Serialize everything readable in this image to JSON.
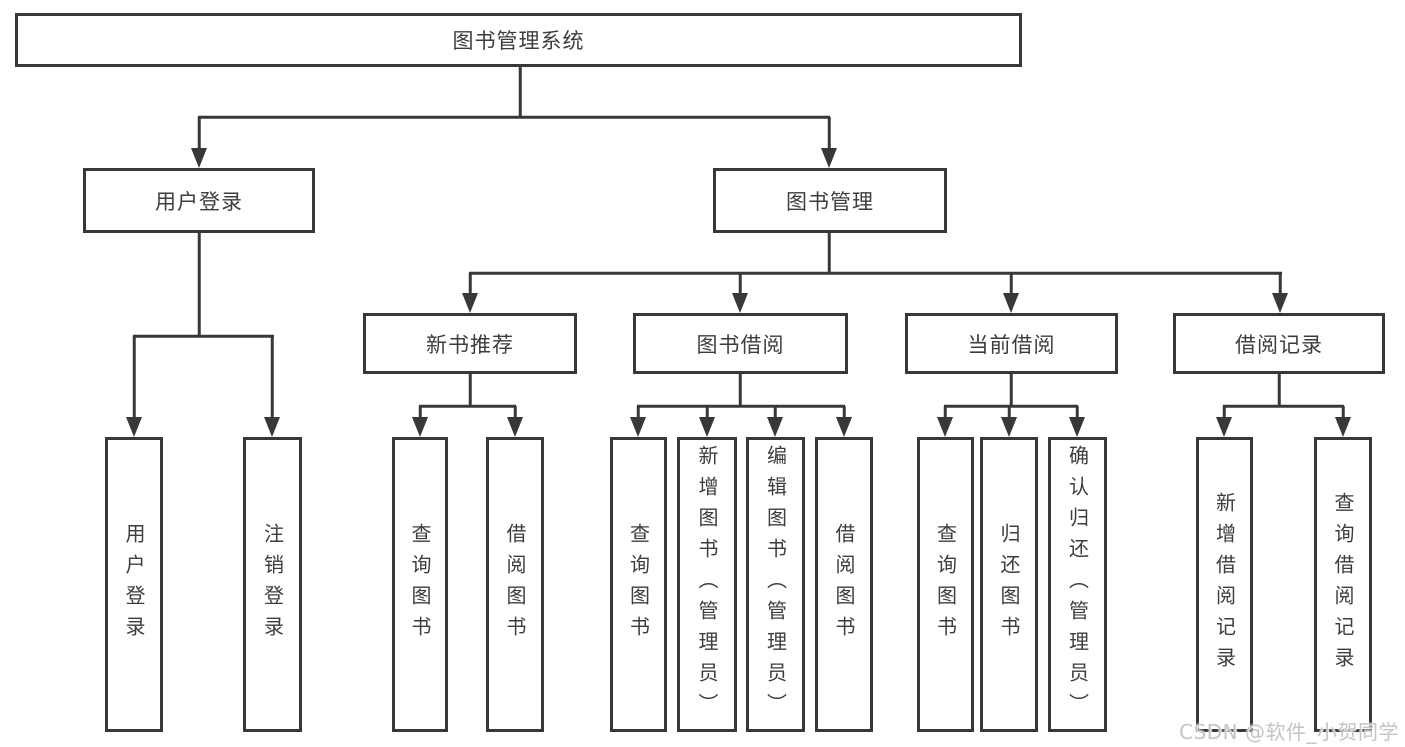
{
  "diagram": {
    "root_label": "图书管理系统",
    "level2": [
      {
        "label": "用户登录",
        "children": [
          {
            "label": "用户登录"
          },
          {
            "label": "注销登录"
          }
        ]
      },
      {
        "label": "图书管理",
        "children": [
          {
            "label": "新书推荐",
            "children": [
              {
                "label": "查询图书"
              },
              {
                "label": "借阅图书"
              }
            ]
          },
          {
            "label": "图书借阅",
            "children": [
              {
                "label": "查询图书"
              },
              {
                "label": "新增图书（管理员）"
              },
              {
                "label": "编辑图书（管理员）"
              },
              {
                "label": "借阅图书"
              }
            ]
          },
          {
            "label": "当前借阅",
            "children": [
              {
                "label": "查询图书"
              },
              {
                "label": "归还图书"
              },
              {
                "label": "确认归还（管理员）"
              }
            ]
          },
          {
            "label": "借阅记录",
            "children": [
              {
                "label": "新增借阅记录"
              },
              {
                "label": "查询借阅记录"
              }
            ]
          }
        ]
      }
    ]
  },
  "watermark": {
    "text": "CSDN @软件_小贺同学"
  },
  "colors": {
    "line": "#383838",
    "text": "#3d3d3d",
    "background": "#ffffff",
    "watermark": "#c4c4c4"
  }
}
